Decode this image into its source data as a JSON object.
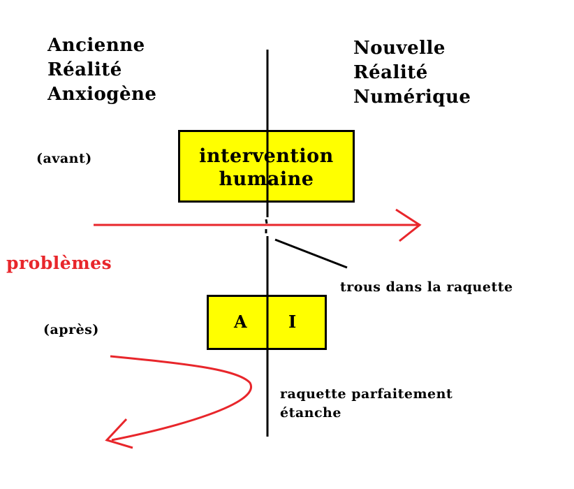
{
  "left_heading": [
    "Ancienne",
    "Réalité",
    "Anxiogène"
  ],
  "right_heading": [
    "Nouvelle",
    "Réalité",
    "Numérique"
  ],
  "before_label": "(avant)",
  "after_label": "(après)",
  "problems_label": "problèmes",
  "human_box": [
    "intervention",
    "humaine"
  ],
  "ai_box": [
    "A",
    "I"
  ],
  "holes_label": "trous dans la raquette",
  "sealed_label": [
    "raquette parfaitement",
    "étanche"
  ],
  "colors": {
    "arrow": "#e8262b",
    "box_fill": "#ffff00",
    "line": "#000000"
  }
}
